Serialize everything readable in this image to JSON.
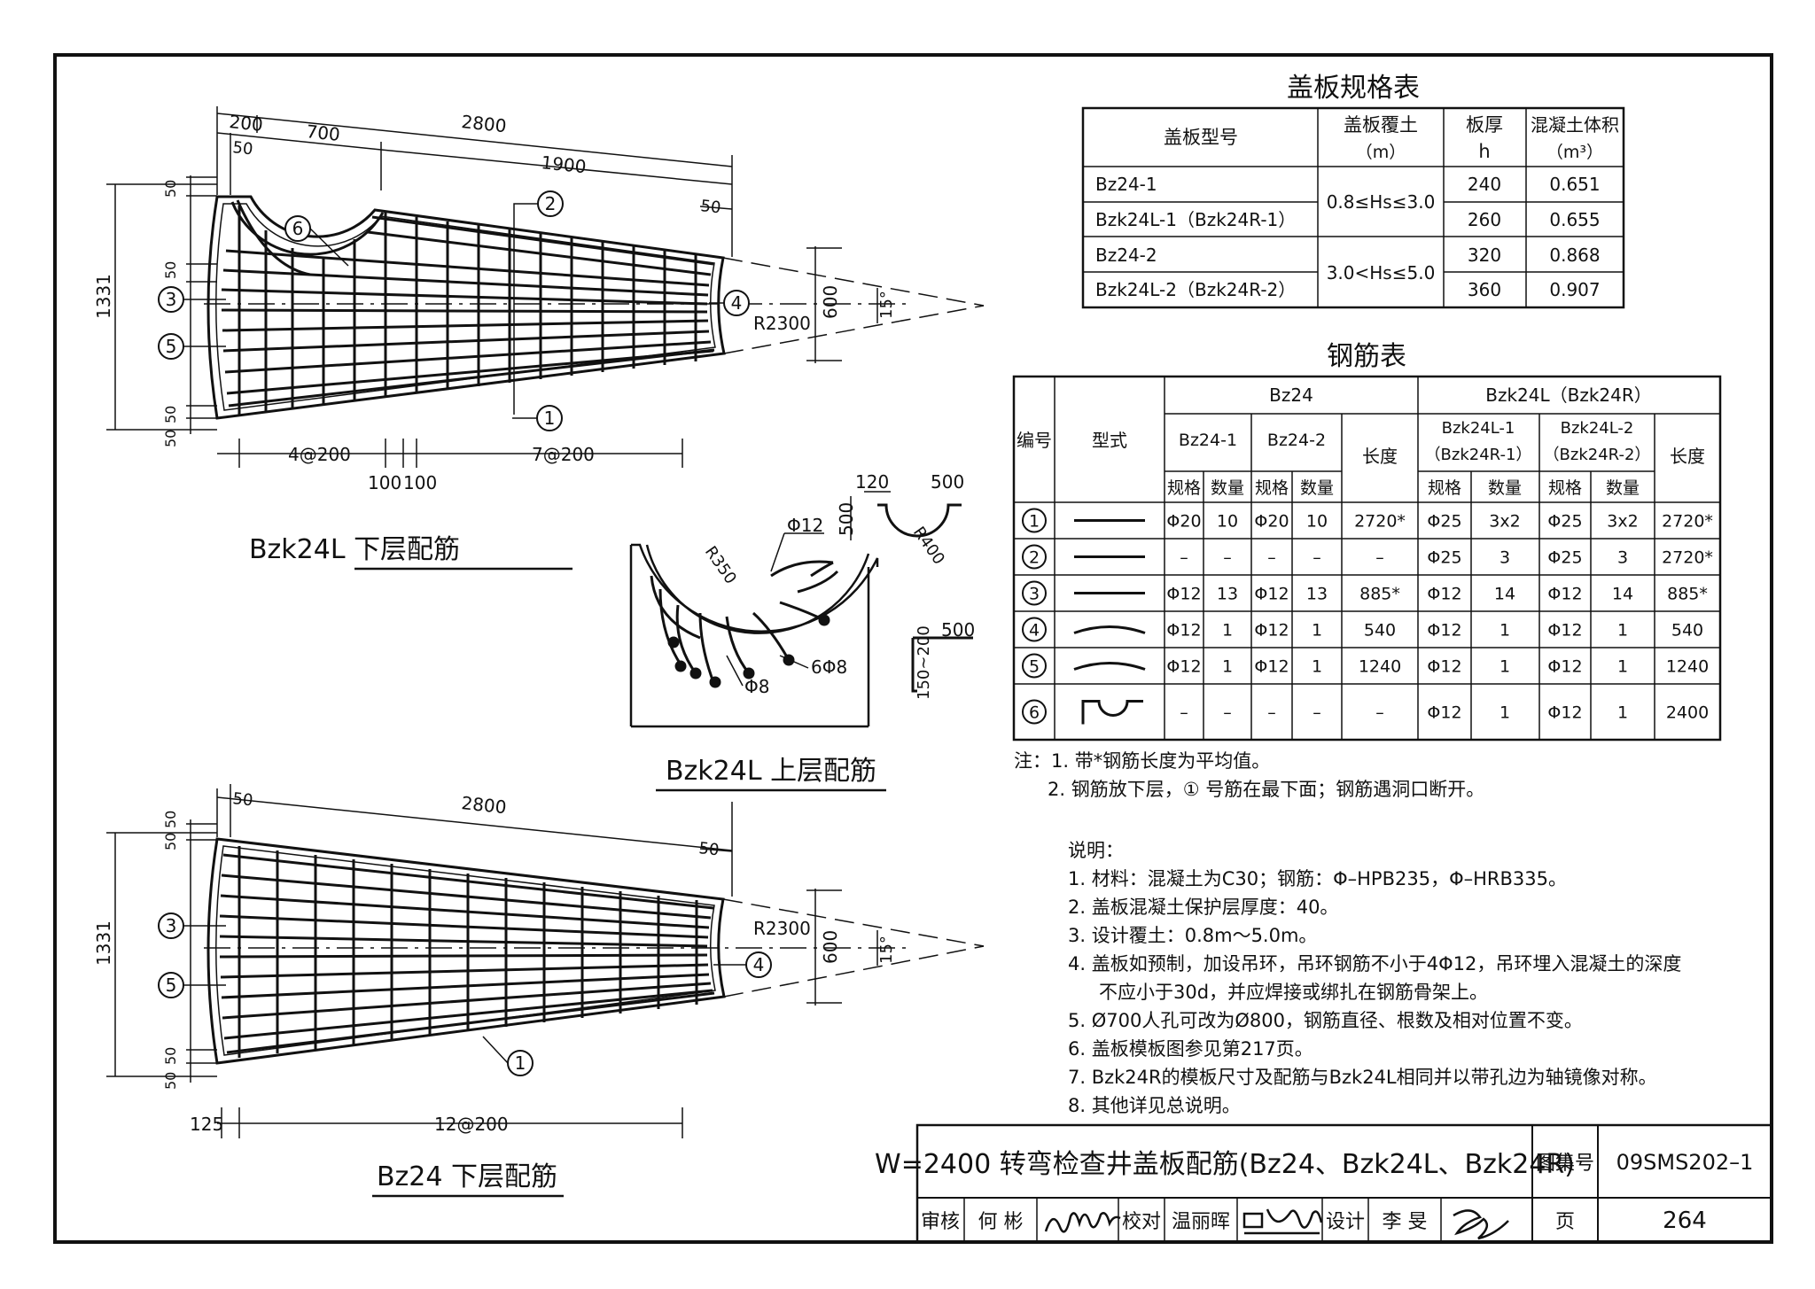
{
  "spec_table": {
    "title": "盖板规格表",
    "headers": [
      "盖板型号",
      "盖板覆土",
      "（m）",
      "板厚",
      "h",
      "混凝土体积",
      "（m³）"
    ],
    "rows": [
      {
        "model": "Bz24-1",
        "thickness": "240",
        "volume": "0.651"
      },
      {
        "model": "Bzk24L-1（Bzk24R-1）",
        "thickness": "260",
        "volume": "0.655"
      },
      {
        "model": "Bz24-2",
        "thickness": "320",
        "volume": "0.868"
      },
      {
        "model": "Bzk24L-2（Bzk24R-2）",
        "thickness": "360",
        "volume": "0.907"
      }
    ],
    "cover_groups": [
      "0.8≤Hs≤3.0",
      "3.0<Hs≤5.0"
    ]
  },
  "rebar_table": {
    "title": "钢筋表",
    "h_no": "编号",
    "h_shape": "型式",
    "h_bz24": "Bz24",
    "h_bzk": "Bzk24L（Bzk24R）",
    "h_bz24_1": "Bz24-1",
    "h_bz24_2": "Bz24-2",
    "h_bzk1a": "Bzk24L-1",
    "h_bzk1b": "（Bzk24R-1）",
    "h_bzk2a": "Bzk24L-2",
    "h_bzk2b": "（Bzk24R-2）",
    "h_len": "长度",
    "h_spec": "规格",
    "h_qty": "数量",
    "rows": [
      {
        "no": "1",
        "shape": "straight",
        "v": [
          "Φ20",
          "10",
          "Φ20",
          "10",
          "2720*",
          "Φ25",
          "3x2",
          "Φ25",
          "3x2",
          "2720*"
        ]
      },
      {
        "no": "2",
        "shape": "straight",
        "v": [
          "–",
          "–",
          "–",
          "–",
          "–",
          "Φ25",
          "3",
          "Φ25",
          "3",
          "2720*"
        ]
      },
      {
        "no": "3",
        "shape": "straight",
        "v": [
          "Φ12",
          "13",
          "Φ12",
          "13",
          "885*",
          "Φ12",
          "14",
          "Φ12",
          "14",
          "885*"
        ]
      },
      {
        "no": "4",
        "shape": "arc",
        "v": [
          "Φ12",
          "1",
          "Φ12",
          "1",
          "540",
          "Φ12",
          "1",
          "Φ12",
          "1",
          "540"
        ]
      },
      {
        "no": "5",
        "shape": "arc",
        "v": [
          "Φ12",
          "1",
          "Φ12",
          "1",
          "1240",
          "Φ12",
          "1",
          "Φ12",
          "1",
          "1240"
        ]
      },
      {
        "no": "6",
        "shape": "hook",
        "v": [
          "–",
          "–",
          "–",
          "–",
          "–",
          "Φ12",
          "1",
          "Φ12",
          "1",
          "2400"
        ]
      }
    ]
  },
  "notes": {
    "lines": [
      "注：1. 带*钢筋长度为平均值。",
      "2. 钢筋放下层，① 号筋在最下面；钢筋遇洞口断开。"
    ]
  },
  "explanation": {
    "lines": [
      "说明：",
      "1. 材料：混凝土为C30；钢筋：Φ–HPB235，Φ–HRB335。",
      "2. 盖板混凝土保护层厚度：40。",
      "3. 设计覆土：0.8m～5.0m。",
      "4. 盖板如预制，加设吊环，吊环钢筋不小于4Φ12，吊环埋入混凝土的深度",
      "不应小于30d，并应焊接或绑扎在钢筋骨架上。",
      "5. Ø700人孔可改为Ø800，钢筋直径、根数及相对位置不变。",
      "6. 盖板模板图参见第217页。",
      "7. Bzk24R的模板尺寸及配筋与Bzk24L相同并以带孔边为轴镜像对称。",
      "8. 其他详见总说明。"
    ]
  },
  "drawing1": {
    "caption": "Bzk24L 下层配筋",
    "dims": {
      "d200": "200",
      "d700": "700",
      "d2800": "2800",
      "d1900": "1900",
      "d50": "50",
      "d1331": "1331",
      "d600": "600",
      "r2300": "R2300",
      "slope": "15°",
      "d4at200": "4@200",
      "d7at200": "7@200",
      "d100": "100"
    },
    "markers": [
      "1",
      "2",
      "3",
      "4",
      "5",
      "6"
    ]
  },
  "drawing2": {
    "caption": "Bzk24L 上层配筋",
    "labels": {
      "d120": "120",
      "d500": "500",
      "r400": "R400",
      "r350": "R350",
      "phi12": "Φ12",
      "six_phi8": "6Φ8",
      "phi8": "Φ8",
      "d150_200": "150~200"
    }
  },
  "drawing3": {
    "caption": "Bz24 下层配筋",
    "dims": {
      "d50": "50",
      "d2800": "2800",
      "d1331": "1331",
      "d600": "600",
      "r2300": "R2300",
      "slope": "15°",
      "d125": "125",
      "d12at200": "12@200"
    },
    "markers": [
      "1",
      "3",
      "4",
      "5"
    ]
  },
  "title_block": {
    "title": "W=2400 转弯检查井盖板配筋(Bz24、Bzk24L、Bzk24R)",
    "atlas_label": "图集号",
    "atlas_no": "09SMS202–1",
    "page_label": "页",
    "page_no": "264",
    "review_label": "审核",
    "reviewer": "何 彬",
    "check_label": "校对",
    "checker": "温丽晖",
    "design_label": "设计",
    "designer": "李 旻"
  }
}
